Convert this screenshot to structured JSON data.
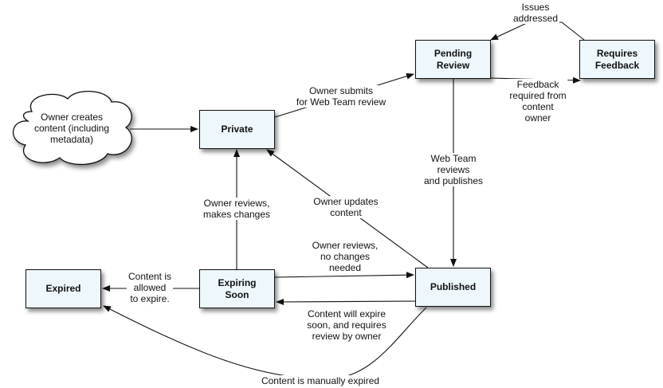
{
  "diagram": {
    "start": {
      "label": "Owner creates\ncontent (including\nmetadata)",
      "shape": "cloud"
    },
    "states": {
      "private": "Private",
      "pending_review": "Pending\nReview",
      "requires_feedback": "Requires\nFeedback",
      "published": "Published",
      "expiring_soon": "Expiring\nSoon",
      "expired": "Expired"
    },
    "transitions": [
      {
        "id": "create",
        "from": "start",
        "to": "private",
        "label": ""
      },
      {
        "id": "submit",
        "from": "private",
        "to": "pending_review",
        "label": "Owner submits\nfor Web Team review"
      },
      {
        "id": "feedback",
        "from": "pending_review",
        "to": "requires_feedback",
        "label": "Feedback\nrequired from\ncontent\nowner"
      },
      {
        "id": "issues",
        "from": "requires_feedback",
        "to": "pending_review",
        "label": "Issues\naddressed"
      },
      {
        "id": "publish",
        "from": "pending_review",
        "to": "published",
        "label": "Web Team\nreviews\nand publishes"
      },
      {
        "id": "update",
        "from": "published",
        "to": "private",
        "label": "Owner updates\ncontent"
      },
      {
        "id": "makes_changes",
        "from": "expiring_soon",
        "to": "private",
        "label": "Owner reviews,\nmakes changes"
      },
      {
        "id": "no_changes",
        "from": "expiring_soon",
        "to": "published",
        "label": "Owner reviews,\nno changes\nneeded"
      },
      {
        "id": "will_expire",
        "from": "published",
        "to": "expiring_soon",
        "label": "Content will expire\nsoon, and requires\nreview by owner"
      },
      {
        "id": "allowed_expire",
        "from": "expiring_soon",
        "to": "expired",
        "label": "Content is\nallowed\nto expire."
      },
      {
        "id": "manual_expire",
        "from": "published",
        "to": "expired",
        "label": "Content is manually expired"
      }
    ]
  }
}
